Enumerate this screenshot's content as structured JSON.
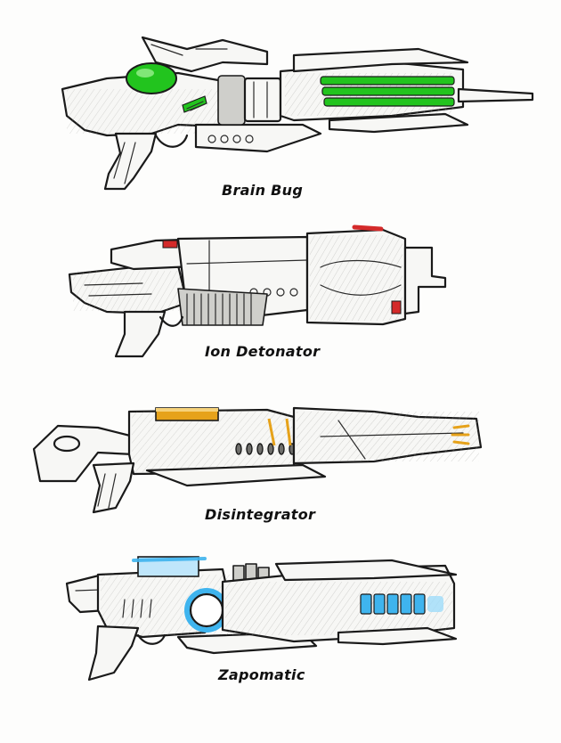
{
  "weapons": [
    {
      "name": "Brain Bug",
      "accent": "#22c41e",
      "accent_name": "green"
    },
    {
      "name": "Ion Detonator",
      "accent": "#d42a2a",
      "accent_name": "red"
    },
    {
      "name": "Disintegrator",
      "accent": "#e6a21a",
      "accent_name": "amber"
    },
    {
      "name": "Zapomatic",
      "accent": "#3fb4ee",
      "accent_name": "blue"
    }
  ]
}
